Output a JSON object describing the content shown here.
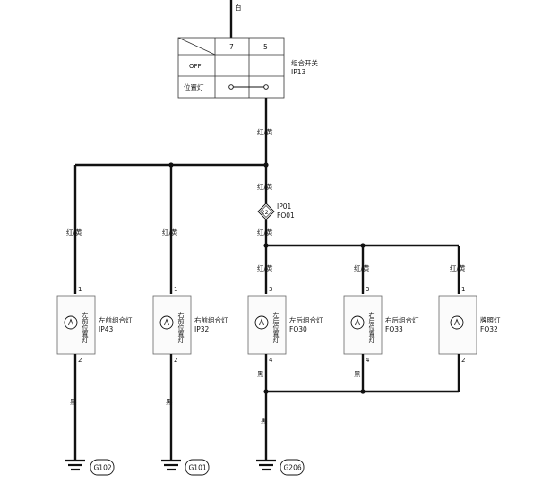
{
  "top_wire_color": "白",
  "switch": {
    "name": "组合开关",
    "code": "IP13",
    "pins": [
      "7",
      "5"
    ],
    "rows": [
      "OFF",
      "位置灯"
    ]
  },
  "wire_colors": {
    "red_yellow": "红/黄",
    "black": "黑"
  },
  "connector": {
    "number": "22",
    "code_a": "IP01",
    "code_b": "FO01"
  },
  "lamps": [
    {
      "label_vertical": "左前位置灯",
      "name": "左前组合灯",
      "code": "IP43",
      "pin_in": "1",
      "pin_out": "2"
    },
    {
      "label_vertical": "右前位置灯",
      "name": "右前组合灯",
      "code": "IP32",
      "pin_in": "1",
      "pin_out": "2"
    },
    {
      "label_vertical": "左后位置灯",
      "name": "左后组合灯",
      "code": "FO30",
      "pin_in": "3",
      "pin_out": "4"
    },
    {
      "label_vertical": "右后位置灯",
      "name": "右后组合灯",
      "code": "FO33",
      "pin_in": "3",
      "pin_out": "4"
    },
    {
      "label_vertical": "",
      "name": "牌照灯",
      "code": "FO32",
      "pin_in": "1",
      "pin_out": "2"
    }
  ],
  "grounds": [
    "G102",
    "G101",
    "G206"
  ]
}
